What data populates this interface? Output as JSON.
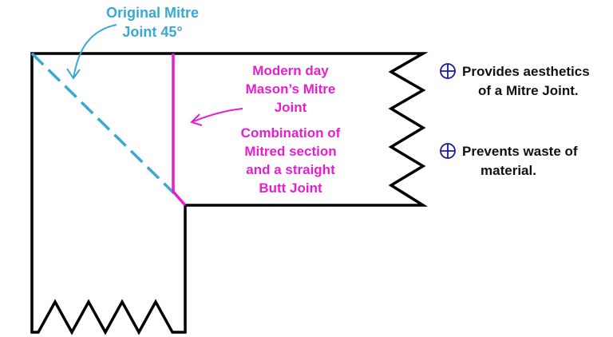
{
  "colors": {
    "outline": "#000000",
    "original_joint": "#3aa8d4",
    "mason_joint": "#e61ecf",
    "plus_icon": "#1a1aa0"
  },
  "labels": {
    "original": {
      "line1": "Original Mitre",
      "line2": "Joint 45°"
    },
    "mason": {
      "line1": "Modern day",
      "line2": "Mason’s Mitre",
      "line3": "Joint"
    },
    "combination": {
      "line1": "Combination of",
      "line2": "Mitred section",
      "line3": "and a straight",
      "line4": "Butt Joint"
    }
  },
  "benefits": [
    {
      "icon": "plus-circle-icon",
      "line1": "Provides aesthetics",
      "line2": "of a Mitre Joint."
    },
    {
      "icon": "plus-circle-icon",
      "line1": "Prevents waste of",
      "line2": "material."
    }
  ]
}
